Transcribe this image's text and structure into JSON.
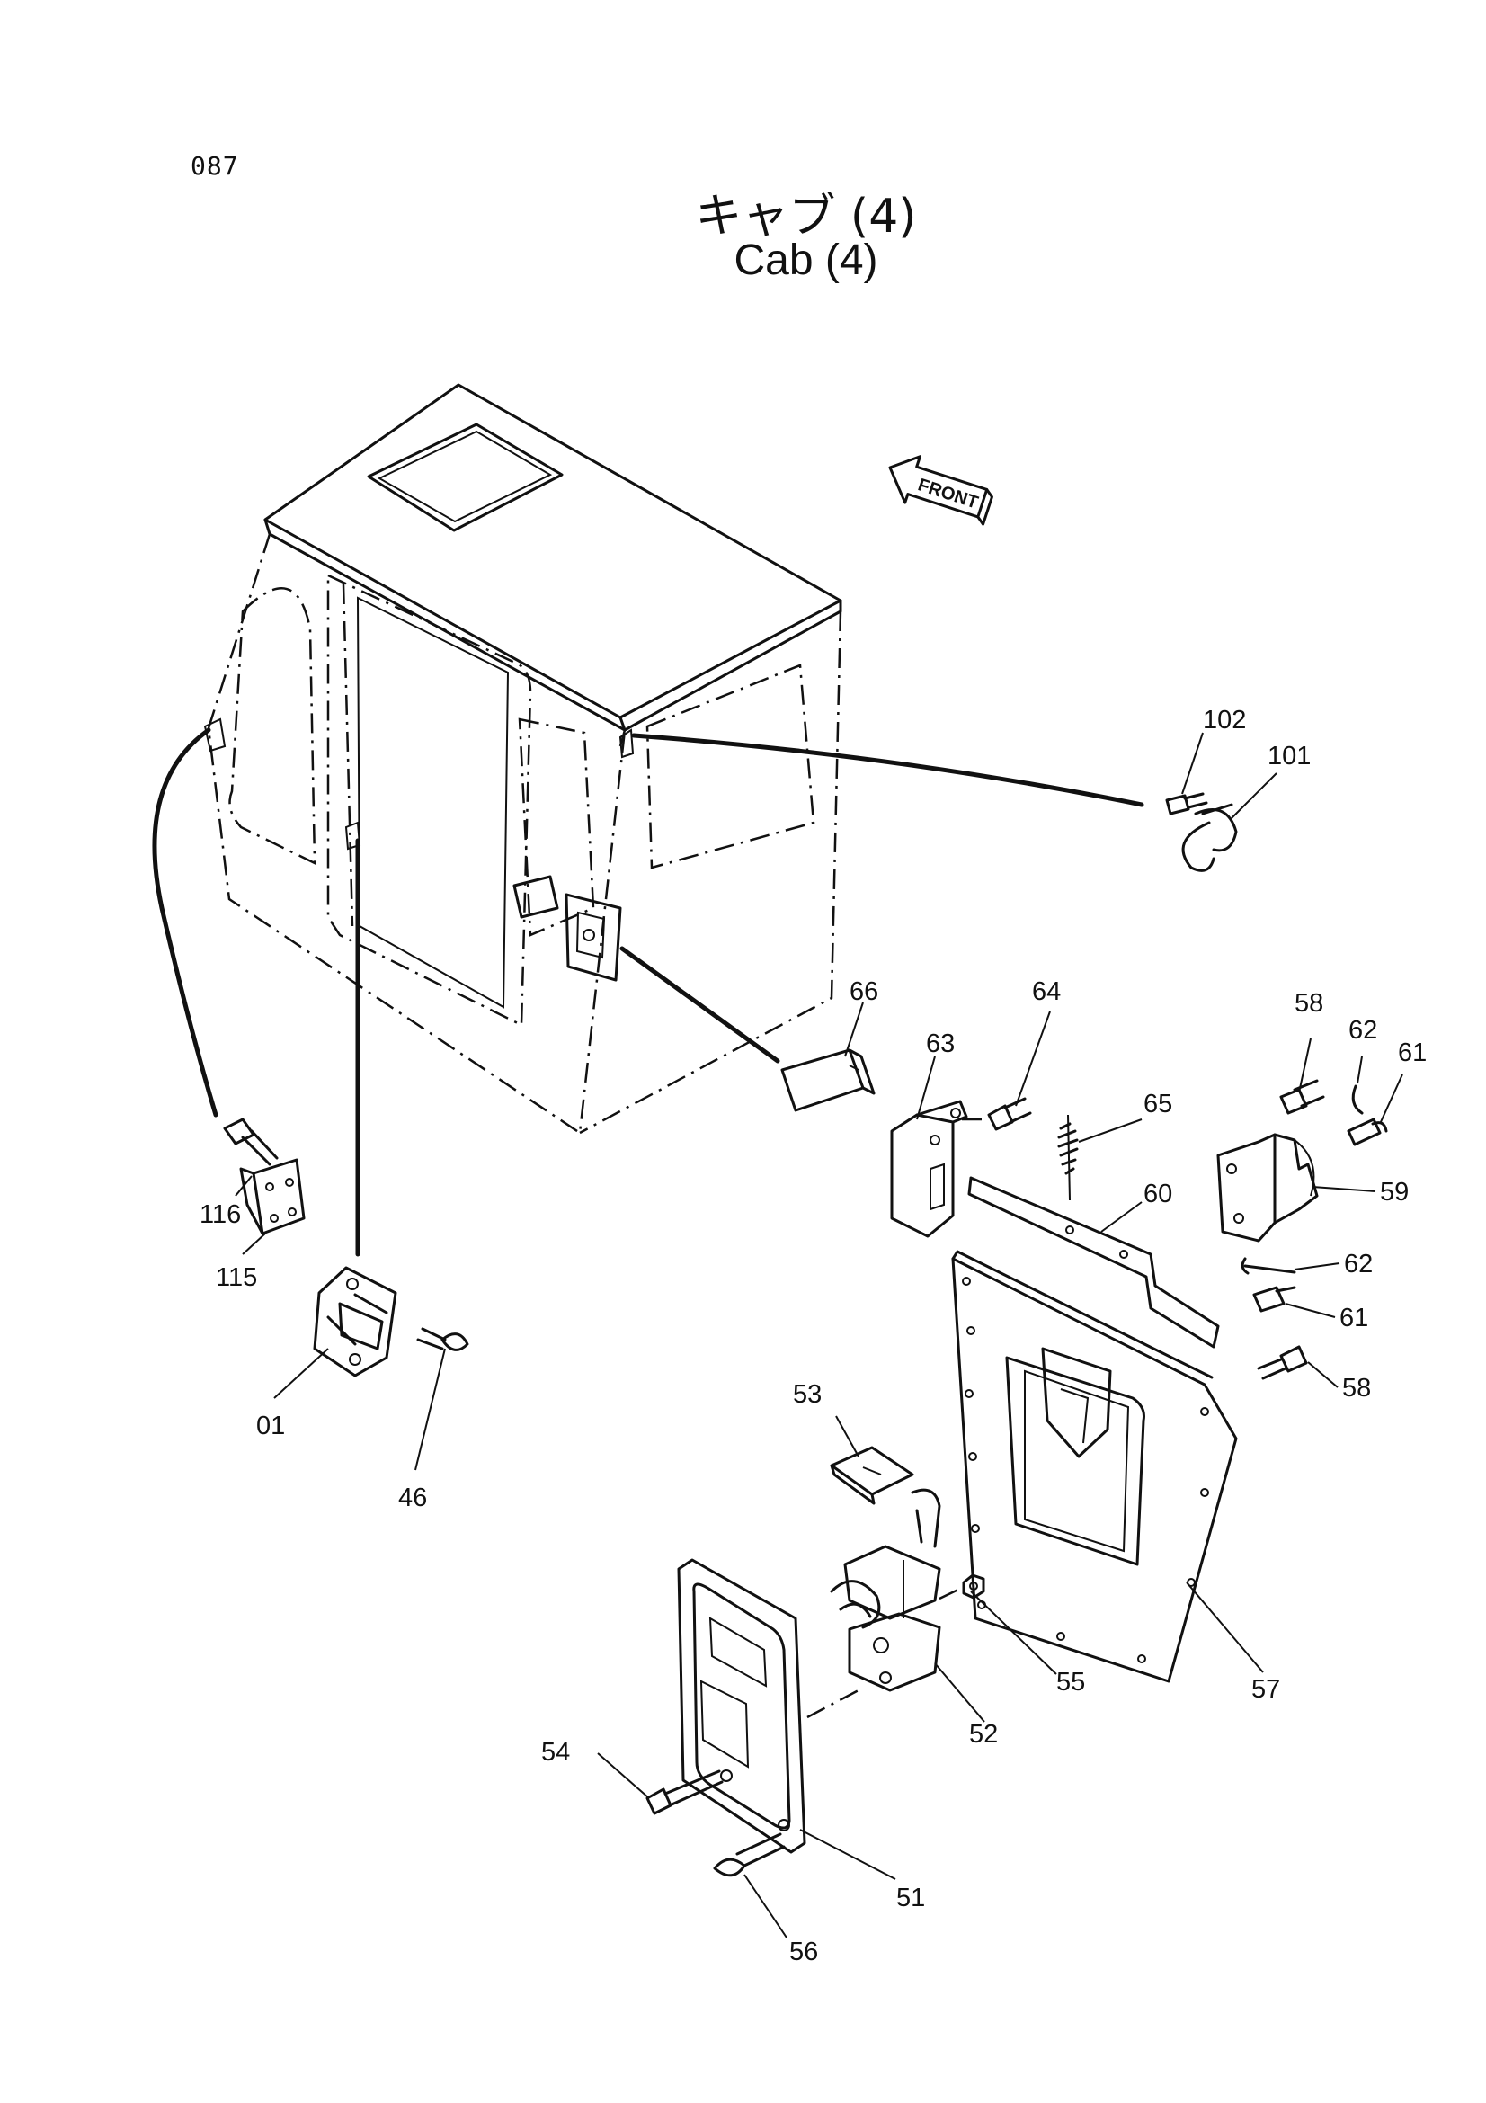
{
  "page_code": "087",
  "title_jp": "キャブ (4)",
  "title_en": "Cab (4)",
  "front_label": "FRONT",
  "labels": {
    "p01": "01",
    "p46": "46",
    "p51": "51",
    "p52": "52",
    "p53": "53",
    "p54": "54",
    "p55": "55",
    "p56": "56",
    "p57": "57",
    "p58a": "58",
    "p58b": "58",
    "p59": "59",
    "p60": "60",
    "p61a": "61",
    "p61b": "61",
    "p62a": "62",
    "p62b": "62",
    "p63": "63",
    "p64": "64",
    "p65": "65",
    "p66": "66",
    "p101": "101",
    "p102": "102",
    "p115": "115",
    "p116": "116"
  }
}
